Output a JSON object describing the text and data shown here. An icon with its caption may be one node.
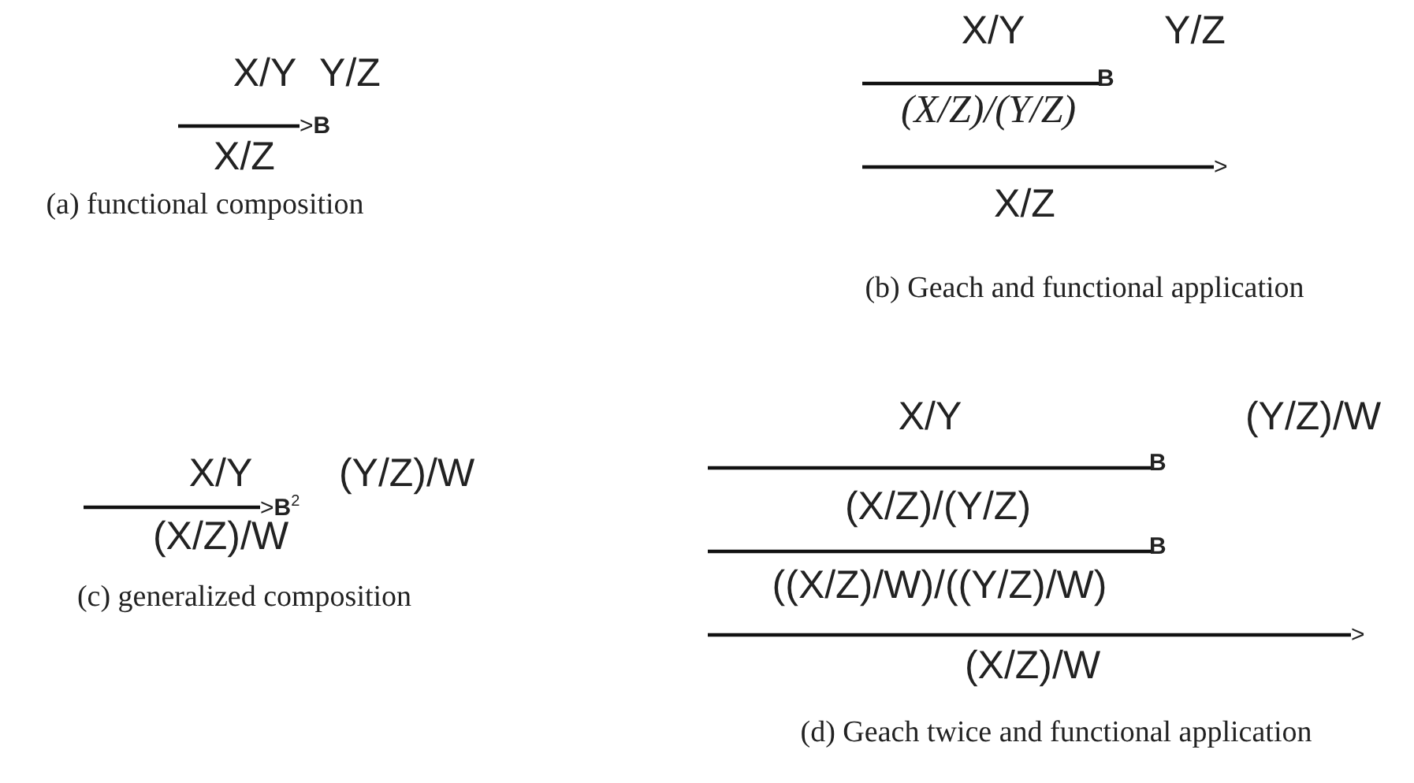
{
  "diagram": {
    "labels": [
      "X/Y",
      "Y/Z",
      ">**B**",
      "X/Z",
      "(a) functional composition",
      "X/Y",
      "Y/Z",
      "B",
      "(X/Z)/(Y/Z)",
      ">",
      "X/Z",
      "(b) Geach and functional application",
      "X/Y",
      "(Y/Z)/W",
      ">**B**$^{2}$",
      "(X/Z)/W",
      "(c) generalized composition",
      "X/Y",
      "(Y/Z)/W",
      "B",
      "(X/Z)/(Y/Z)",
      "B",
      "((X/Z)/W)/((Y/Z)/W)",
      ">",
      "(X/Z)/W",
      "(d) Geach twice and functional application"
    ]
  }
}
